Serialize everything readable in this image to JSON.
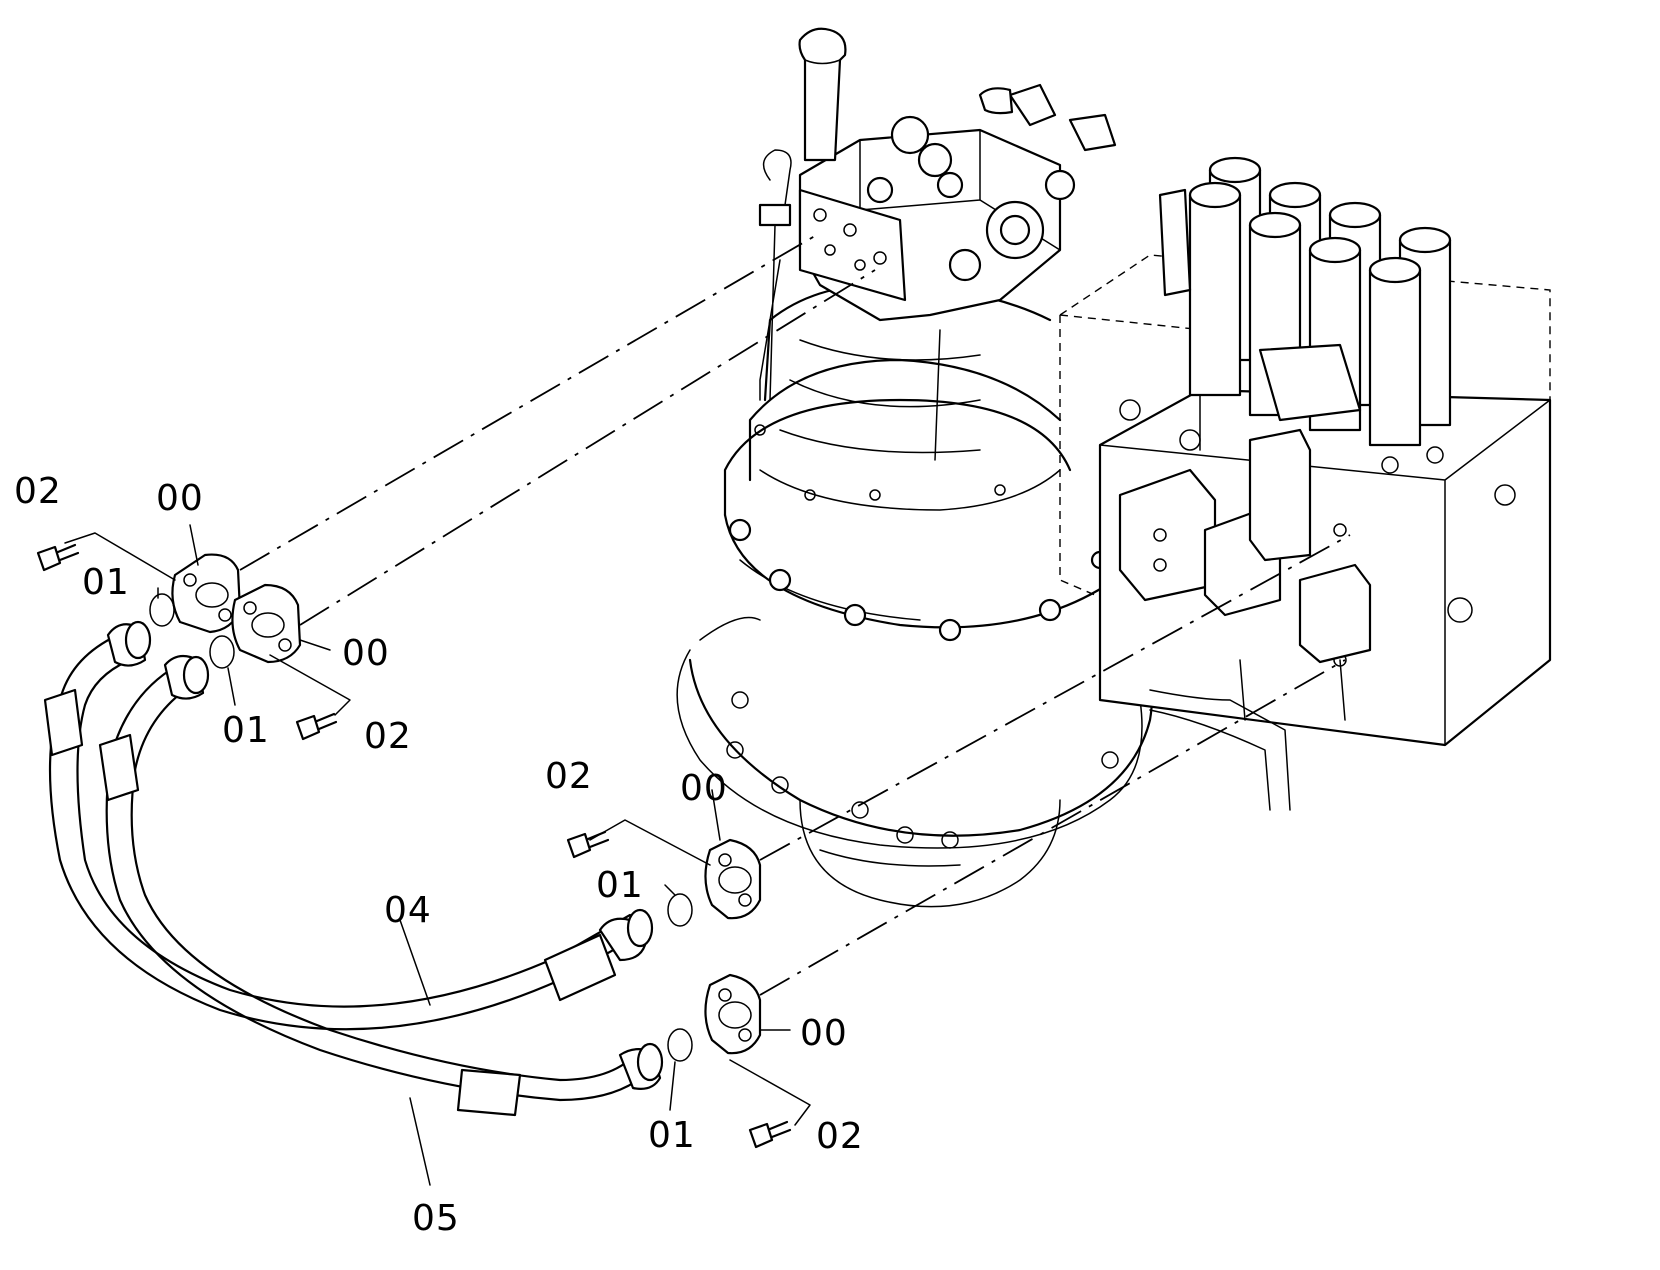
{
  "callouts": [
    {
      "id": "c1",
      "text": "02"
    },
    {
      "id": "c2",
      "text": "00"
    },
    {
      "id": "c3",
      "text": "01"
    },
    {
      "id": "c4",
      "text": "00"
    },
    {
      "id": "c5",
      "text": "01"
    },
    {
      "id": "c6",
      "text": "02"
    },
    {
      "id": "c7",
      "text": "02"
    },
    {
      "id": "c8",
      "text": "00"
    },
    {
      "id": "c9",
      "text": "01"
    },
    {
      "id": "c10",
      "text": "04"
    },
    {
      "id": "c11",
      "text": "00"
    },
    {
      "id": "c12",
      "text": "01"
    },
    {
      "id": "c13",
      "text": "02"
    },
    {
      "id": "c14",
      "text": "05"
    }
  ]
}
